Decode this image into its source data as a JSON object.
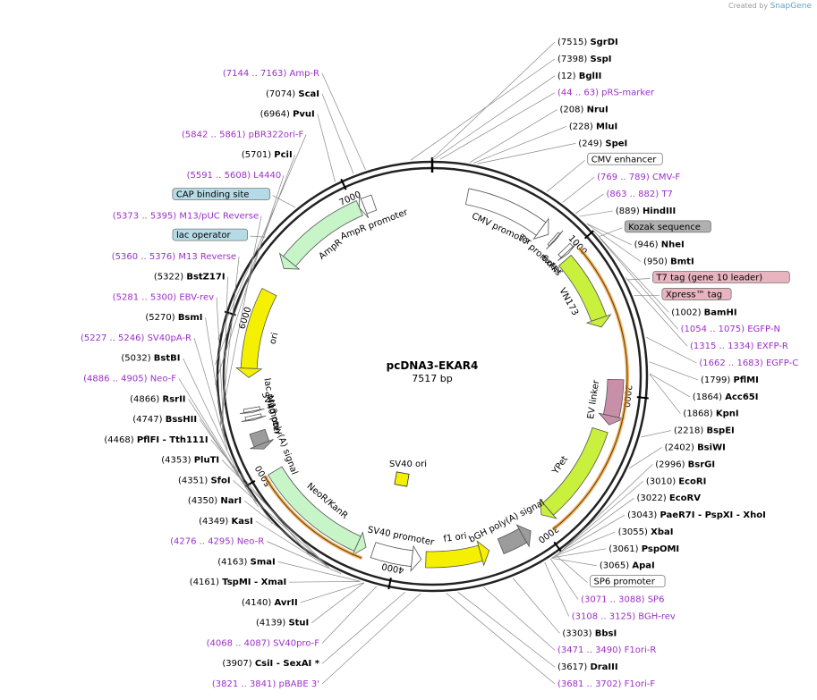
{
  "plasmid": {
    "name": "pcDNA3-EKAR4",
    "length": "7517 bp",
    "total_bp": 7517
  },
  "credit": {
    "prefix": "Created by",
    "brand": "SnapGene"
  },
  "colors": {
    "site": "#000000",
    "primer": "#9b30c8",
    "feature_box": "#ffffff",
    "kozak": "#b0b0b0",
    "tag": "#e8b4c0",
    "lac": "#b5dbe6"
  },
  "ticks": [
    "1000",
    "2000",
    "3000",
    "4000",
    "5000",
    "6000",
    "7000"
  ],
  "labels_right": [
    {
      "pos": "(7515)",
      "name": "SgrDI",
      "kind": "site"
    },
    {
      "pos": "(7398)",
      "name": "SspI",
      "kind": "site"
    },
    {
      "pos": "(12)",
      "name": "BglII",
      "kind": "site"
    },
    {
      "pos": "(44 .. 63)",
      "name": "pRS-marker",
      "kind": "primer"
    },
    {
      "pos": "(208)",
      "name": "NruI",
      "kind": "site"
    },
    {
      "pos": "(228)",
      "name": "MluI",
      "kind": "site"
    },
    {
      "pos": "(249)",
      "name": "SpeI",
      "kind": "site"
    },
    {
      "pos": "",
      "name": "CMV enhancer",
      "kind": "box"
    },
    {
      "pos": "(769 .. 789)",
      "name": "CMV-F",
      "kind": "primer"
    },
    {
      "pos": "(863 .. 882)",
      "name": "T7",
      "kind": "primer"
    },
    {
      "pos": "(889)",
      "name": "HindIII",
      "kind": "site"
    },
    {
      "pos": "",
      "name": "Kozak sequence",
      "kind": "gray"
    },
    {
      "pos": "(946)",
      "name": "NheI",
      "kind": "site"
    },
    {
      "pos": "(950)",
      "name": "BmtI",
      "kind": "site"
    },
    {
      "pos": "",
      "name": "T7 tag (gene 10 leader)",
      "kind": "pink"
    },
    {
      "pos": "",
      "name": "Xpress™ tag",
      "kind": "pink"
    },
    {
      "pos": "(1002)",
      "name": "BamHI",
      "kind": "site"
    },
    {
      "pos": "(1054 .. 1075)",
      "name": "EGFP-N",
      "kind": "primer"
    },
    {
      "pos": "(1315 .. 1334)",
      "name": "EXFP-R",
      "kind": "primer"
    },
    {
      "pos": "(1662 .. 1683)",
      "name": "EGFP-C",
      "kind": "primer"
    },
    {
      "pos": "(1799)",
      "name": "PflMI",
      "kind": "site"
    },
    {
      "pos": "(1864)",
      "name": "Acc65I",
      "kind": "site"
    },
    {
      "pos": "(1868)",
      "name": "KpnI",
      "kind": "site"
    },
    {
      "pos": "(2218)",
      "name": "BspEI",
      "kind": "site"
    },
    {
      "pos": "(2402)",
      "name": "BsiWI",
      "kind": "site"
    },
    {
      "pos": "(2996)",
      "name": "BsrGI",
      "kind": "site"
    },
    {
      "pos": "(3010)",
      "name": "EcoRI",
      "kind": "site"
    },
    {
      "pos": "(3022)",
      "name": "EcoRV",
      "kind": "site"
    },
    {
      "pos": "(3043)",
      "name": "PaeR7I - PspXI - XhoI",
      "kind": "site"
    },
    {
      "pos": "(3055)",
      "name": "XbaI",
      "kind": "site"
    },
    {
      "pos": "(3061)",
      "name": "PspOMI",
      "kind": "site"
    },
    {
      "pos": "(3065)",
      "name": "ApaI",
      "kind": "site"
    },
    {
      "pos": "",
      "name": "SP6 promoter",
      "kind": "box"
    },
    {
      "pos": "(3071 .. 3088)",
      "name": "SP6",
      "kind": "primer"
    },
    {
      "pos": "(3108 .. 3125)",
      "name": "BGH-rev",
      "kind": "primer"
    },
    {
      "pos": "(3303)",
      "name": "BbsI",
      "kind": "site"
    },
    {
      "pos": "(3471 .. 3490)",
      "name": "F1ori-R",
      "kind": "primer"
    },
    {
      "pos": "(3617)",
      "name": "DraIII",
      "kind": "site"
    },
    {
      "pos": "(3681 .. 3702)",
      "name": "F1ori-F",
      "kind": "primer"
    }
  ],
  "labels_left": [
    {
      "pos": "(7144 .. 7163)",
      "name": "Amp-R",
      "kind": "primer"
    },
    {
      "pos": "(7074)",
      "name": "ScaI",
      "kind": "site"
    },
    {
      "pos": "(6964)",
      "name": "PvuI",
      "kind": "site"
    },
    {
      "pos": "(5842 .. 5861)",
      "name": "pBR322ori-F",
      "kind": "primer"
    },
    {
      "pos": "(5701)",
      "name": "PciI",
      "kind": "site"
    },
    {
      "pos": "(5591 .. 5608)",
      "name": "L4440",
      "kind": "primer"
    },
    {
      "pos": "",
      "name": "CAP binding site",
      "kind": "lac"
    },
    {
      "pos": "(5373 .. 5395)",
      "name": "M13/pUC Reverse",
      "kind": "primer"
    },
    {
      "pos": "",
      "name": "lac operator",
      "kind": "lac"
    },
    {
      "pos": "(5360 .. 5376)",
      "name": "M13 Reverse",
      "kind": "primer"
    },
    {
      "pos": "(5322)",
      "name": "BstZ17I",
      "kind": "site"
    },
    {
      "pos": "(5281 .. 5300)",
      "name": "EBV-rev",
      "kind": "primer"
    },
    {
      "pos": "(5270)",
      "name": "BsmI",
      "kind": "site"
    },
    {
      "pos": "(5227 .. 5246)",
      "name": "SV40pA-R",
      "kind": "primer"
    },
    {
      "pos": "(5032)",
      "name": "BstBI",
      "kind": "site"
    },
    {
      "pos": "(4886 .. 4905)",
      "name": "Neo-F",
      "kind": "primer"
    },
    {
      "pos": "(4866)",
      "name": "RsrII",
      "kind": "site"
    },
    {
      "pos": "(4747)",
      "name": "BssHII",
      "kind": "site"
    },
    {
      "pos": "(4468)",
      "name": "PflFI - Tth111I",
      "kind": "site"
    },
    {
      "pos": "(4353)",
      "name": "PluTI",
      "kind": "site"
    },
    {
      "pos": "(4351)",
      "name": "SfoI",
      "kind": "site"
    },
    {
      "pos": "(4350)",
      "name": "NarI",
      "kind": "site"
    },
    {
      "pos": "(4349)",
      "name": "KasI",
      "kind": "site"
    },
    {
      "pos": "(4276 .. 4295)",
      "name": "Neo-R",
      "kind": "primer"
    },
    {
      "pos": "(4163)",
      "name": "SmaI",
      "kind": "site"
    },
    {
      "pos": "(4161)",
      "name": "TspMI - XmaI",
      "kind": "site"
    },
    {
      "pos": "(4140)",
      "name": "AvrII",
      "kind": "site"
    },
    {
      "pos": "(4139)",
      "name": "StuI",
      "kind": "site"
    },
    {
      "pos": "(4068 .. 4087)",
      "name": "SV40pro-F",
      "kind": "primer"
    },
    {
      "pos": "(3907)",
      "name": "CsiI - SexAI *",
      "kind": "site"
    },
    {
      "pos": "(3821 .. 3841)",
      "name": "pBABE 3'",
      "kind": "primer"
    }
  ],
  "features": [
    {
      "name": "CMV promoter",
      "color": "#ffffff",
      "start": 230,
      "end": 820
    },
    {
      "name": "T7 promoter",
      "color": "#ffffff",
      "start": 860,
      "end": 880
    },
    {
      "name": "6xHis",
      "color": "#ffffff",
      "start": 960,
      "end": 1000
    },
    {
      "name": "VN173",
      "color": "#c8f03c",
      "start": 1020,
      "end": 1540
    },
    {
      "name": "EV linker",
      "color": "#c88fa8",
      "start": 1900,
      "end": 2200
    },
    {
      "name": "YPet",
      "color": "#c8f03c",
      "start": 2250,
      "end": 2960
    },
    {
      "name": "bGH poly(A) signal",
      "color": "#9c9c9c",
      "start": 3080,
      "end": 3300
    },
    {
      "name": "f1 ori",
      "color": "#f5f000",
      "start": 3380,
      "end": 3800
    },
    {
      "name": "SV40 promoter",
      "color": "#ffffff",
      "start": 3830,
      "end": 4150
    },
    {
      "name": "NeoR/KanR",
      "color": "#c8f5c8",
      "start": 4200,
      "end": 4990
    },
    {
      "name": "SV40 poly(A) signal",
      "color": "#9c9c9c",
      "start": 5150,
      "end": 5270
    },
    {
      "name": "M13 rev",
      "color": "#ffffff",
      "start": 5350,
      "end": 5380
    },
    {
      "name": "lac promoter",
      "color": "#ffffff",
      "start": 5400,
      "end": 5430
    },
    {
      "name": "ori",
      "color": "#f5f000",
      "start": 5630,
      "end": 6210
    },
    {
      "name": "AmpR",
      "color": "#c8f5c8",
      "start": 6390,
      "end": 7030
    },
    {
      "name": "AmpR promoter",
      "color": "#ffffff",
      "start": 7030,
      "end": 7130
    }
  ],
  "center_labels": [
    {
      "name": "SV40 ori"
    }
  ]
}
